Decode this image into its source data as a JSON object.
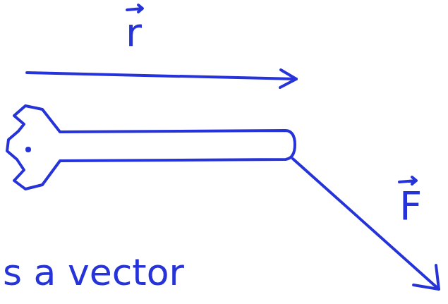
{
  "diagram": {
    "labels": [
      "r",
      "F",
      "s a vector"
    ]
  }
}
